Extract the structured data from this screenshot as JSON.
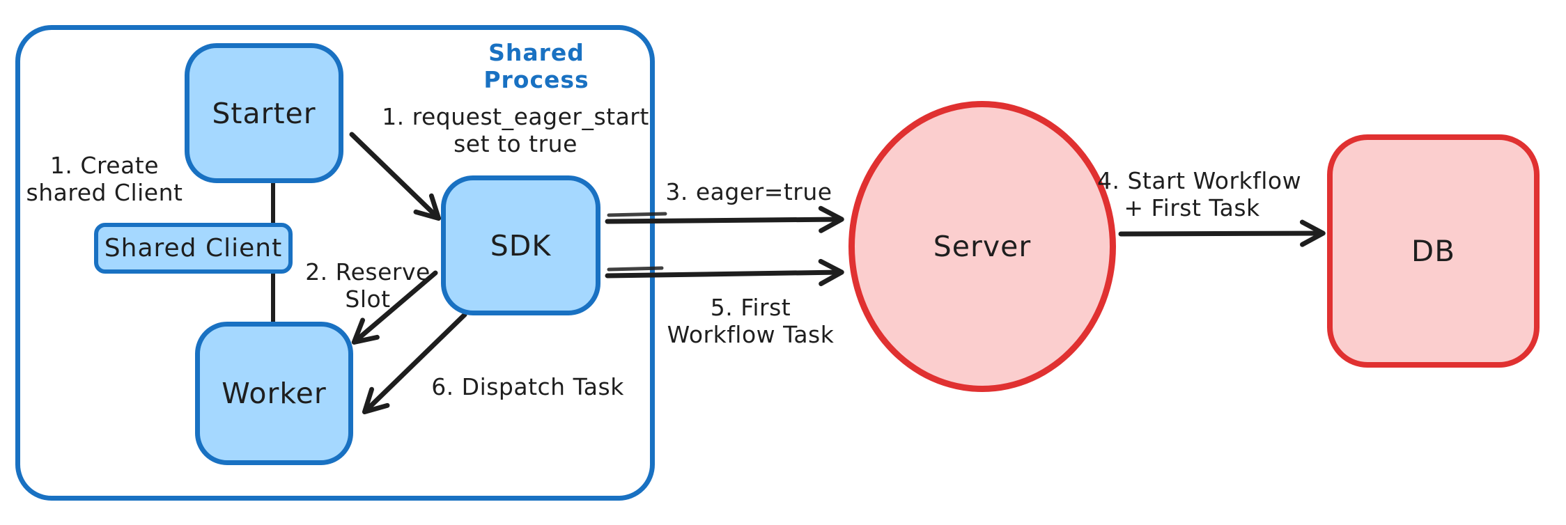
{
  "diagram": {
    "frame": {
      "title": "Shared Process"
    },
    "nodes": {
      "starter": {
        "label": "Starter"
      },
      "shared_client": {
        "label": "Shared Client"
      },
      "worker": {
        "label": "Worker"
      },
      "sdk": {
        "label": "SDK"
      },
      "server": {
        "label": "Server"
      },
      "db": {
        "label": "DB"
      }
    },
    "annotations": {
      "create_shared_client": {
        "line1": "1. Create",
        "line2": "shared Client"
      },
      "request_eager_start": {
        "line1": "1. request_eager_start",
        "line2": "set to true"
      },
      "reserve_slot": {
        "line1": "2. Reserve",
        "line2": "Slot"
      },
      "eager_true": {
        "text": "3. eager=true"
      },
      "start_workflow": {
        "line1": "4. Start Workflow",
        "line2": "+ First Task"
      },
      "first_workflow_task": {
        "line1": "5. First",
        "line2": "Workflow Task"
      },
      "dispatch_task": {
        "text": "6. Dispatch Task"
      }
    },
    "colors": {
      "blue_stroke": "#1971c2",
      "blue_fill": "#a5d8ff",
      "red_stroke": "#e03131",
      "red_fill": "#fbcece",
      "ink": "#1e1e1e",
      "bg": "#ffffff"
    }
  }
}
